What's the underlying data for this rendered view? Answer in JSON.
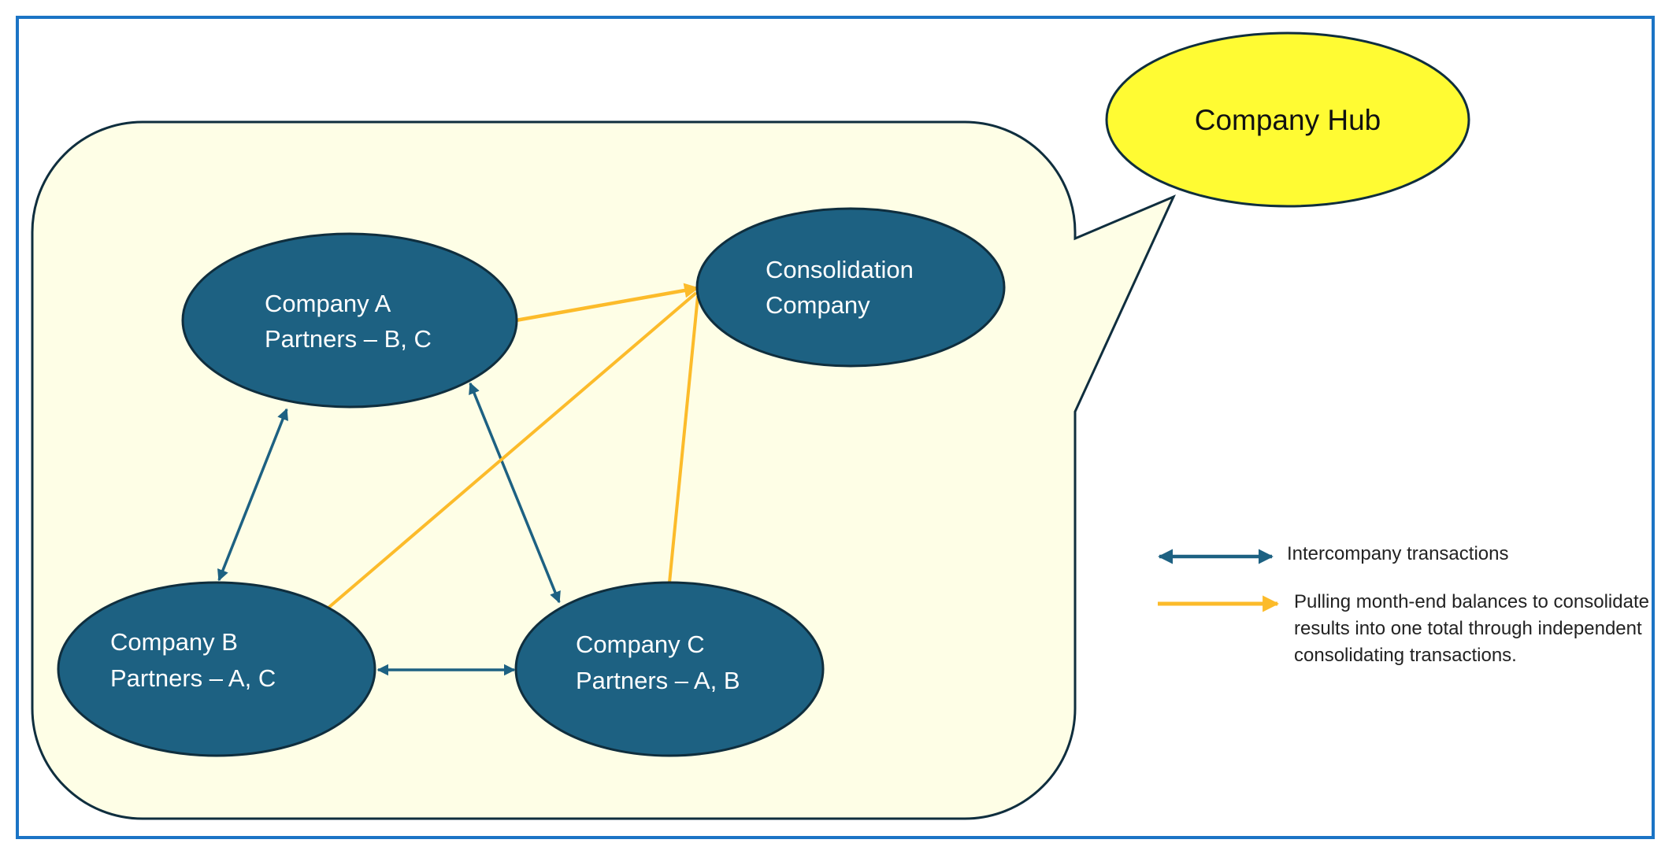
{
  "colors": {
    "frame": "#1b74c5",
    "bubble_fill": "#fefee6",
    "outline": "#0f2e3e",
    "node_fill": "#1d6182",
    "node_text": "#ffffff",
    "hub_fill": "#fffb33",
    "intercompany_arrow": "#1d6182",
    "consolidation_arrow": "#fcbb2a"
  },
  "hub": {
    "label": "Company Hub"
  },
  "nodes": {
    "company_a": {
      "line1": "Company A",
      "line2": "Partners – B, C"
    },
    "company_b": {
      "line1": "Company B",
      "line2": "Partners – A, C"
    },
    "company_c": {
      "line1": "Company C",
      "line2": "Partners – A, B"
    },
    "consolidation": {
      "line1": "Consolidation",
      "line2": "Company"
    }
  },
  "edges": [
    {
      "from": "Company A",
      "to": "Company B",
      "type": "intercompany",
      "direction": "both"
    },
    {
      "from": "Company A",
      "to": "Company C",
      "type": "intercompany",
      "direction": "both"
    },
    {
      "from": "Company B",
      "to": "Company C",
      "type": "intercompany",
      "direction": "both"
    },
    {
      "from": "Company A",
      "to": "Consolidation Company",
      "type": "consolidation",
      "direction": "forward"
    },
    {
      "from": "Company B",
      "to": "Consolidation Company",
      "type": "consolidation",
      "direction": "forward"
    },
    {
      "from": "Company C",
      "to": "Consolidation Company",
      "type": "consolidation",
      "direction": "forward"
    }
  ],
  "legend": {
    "intercompany": "Intercompany transactions",
    "consolidation": "Pulling month-end balances to consolidate results into one total through independent consolidating transactions."
  }
}
